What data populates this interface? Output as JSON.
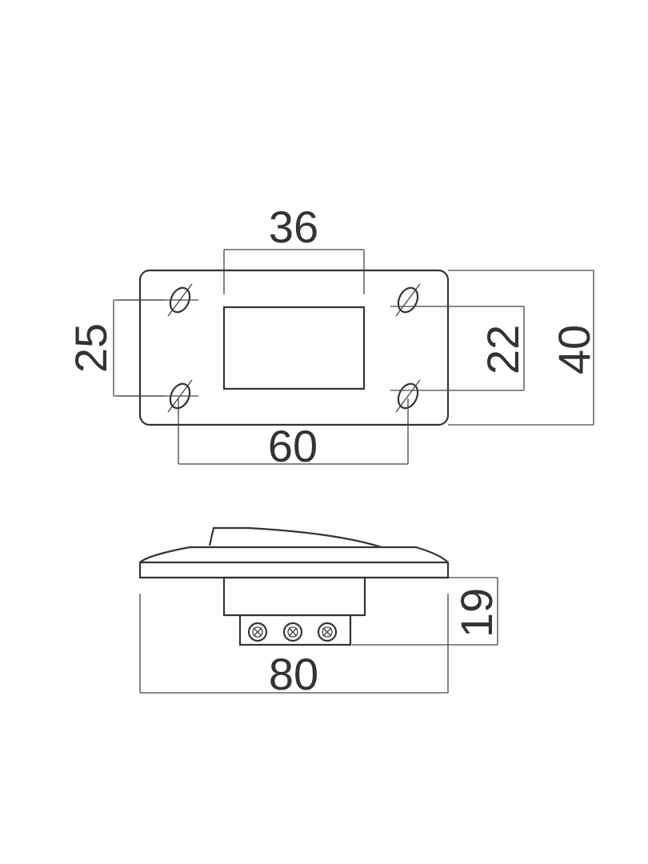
{
  "dimensions": {
    "window_width": "36",
    "plate_hole_vertical": "25",
    "window_height": "22",
    "plate_height": "40",
    "hole_horizontal": "60",
    "body_depth": "19",
    "plate_width": "80"
  }
}
